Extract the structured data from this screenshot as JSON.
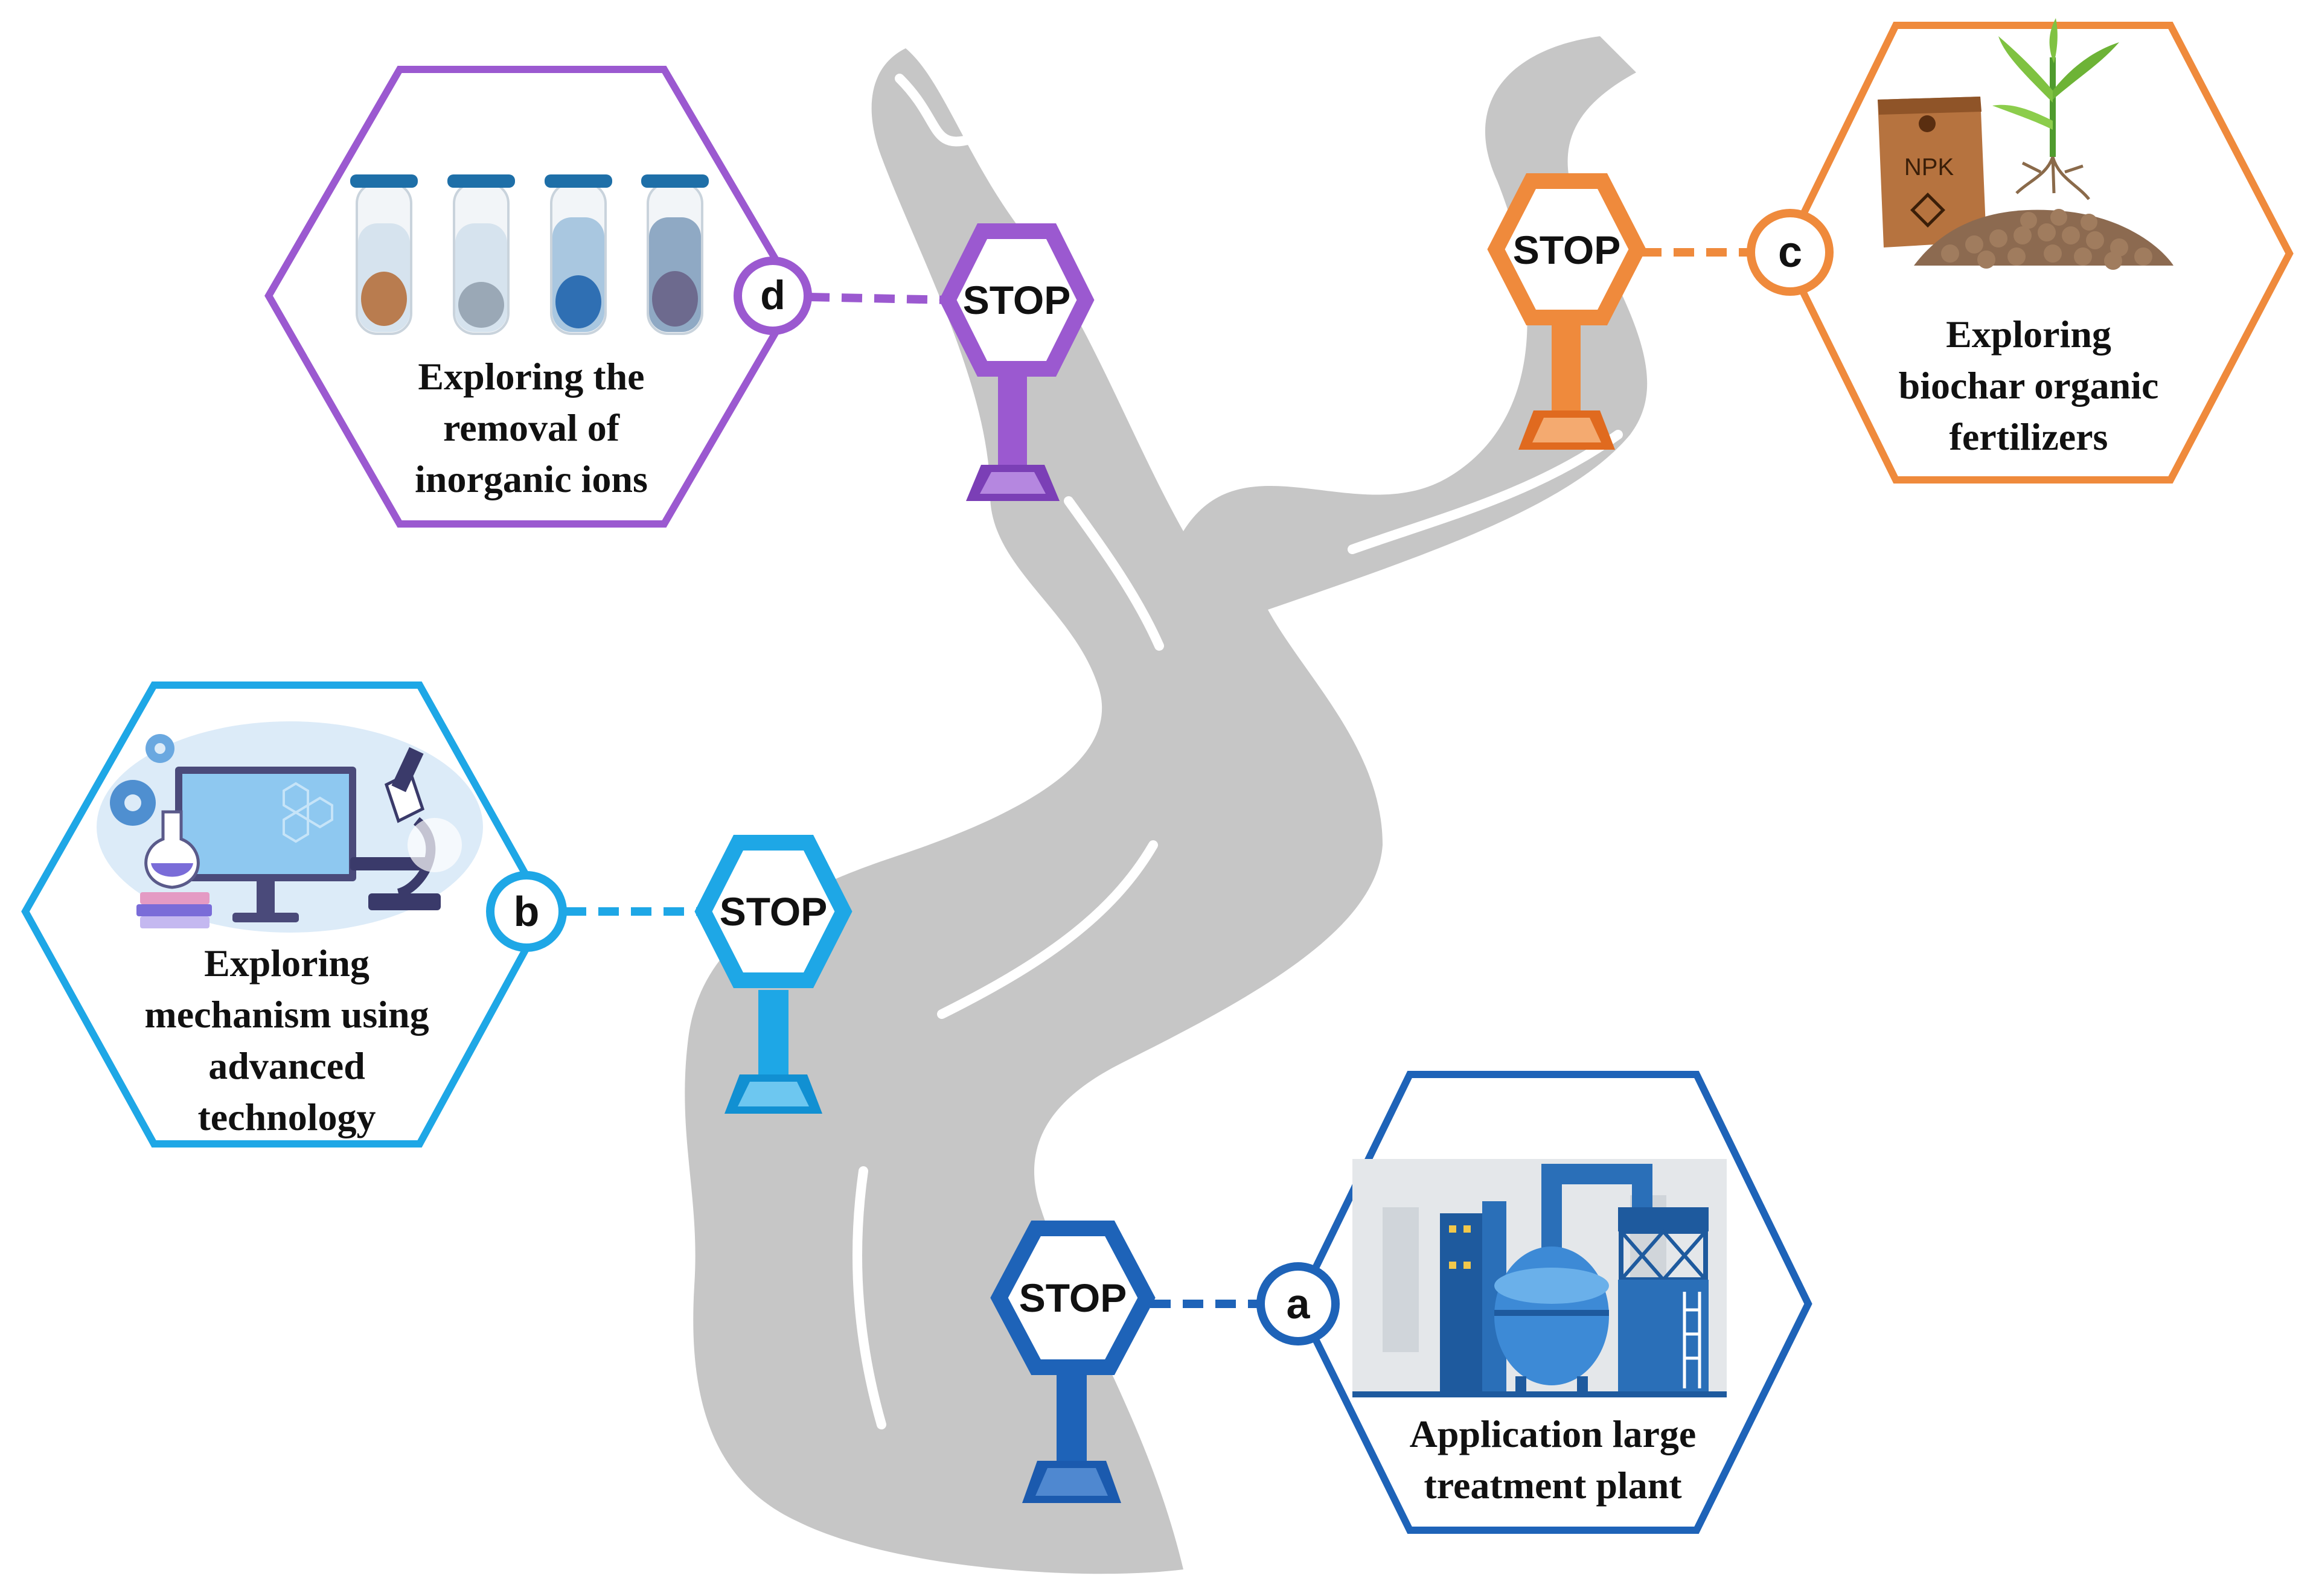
{
  "colors": {
    "road": "#c6c6c6",
    "lane": "#ffffff",
    "purple": "#9b59d0",
    "purple_dark": "#7b3fb6",
    "orange": "#ef8a3c",
    "orange_dark": "#e06a1f",
    "cyan": "#1ea7e6",
    "cyan_dark": "#1190d2",
    "blue": "#1e63b8",
    "blue_dark": "#1b5aae"
  },
  "stops": {
    "a": {
      "label": "STOP"
    },
    "b": {
      "label": "STOP"
    },
    "c": {
      "label": "STOP"
    },
    "d": {
      "label": "STOP"
    }
  },
  "badges": {
    "a": "a",
    "b": "b",
    "c": "c",
    "d": "d"
  },
  "panels": {
    "a": {
      "lines": [
        "Application large",
        "treatment plant"
      ],
      "illustration": "treatment-plant-icon"
    },
    "b": {
      "lines": [
        "Exploring",
        "mechanism using",
        "advanced",
        "technology"
      ],
      "illustration": "lab-computer-icon"
    },
    "c": {
      "lines": [
        "Exploring",
        "biochar organic",
        "fertilizers"
      ],
      "illustration": "fertilizer-plant-icon",
      "bag_label": "NPK"
    },
    "d": {
      "lines": [
        "Exploring the",
        "removal of",
        "inorganic ions"
      ],
      "illustration": "test-tubes-icon"
    }
  }
}
